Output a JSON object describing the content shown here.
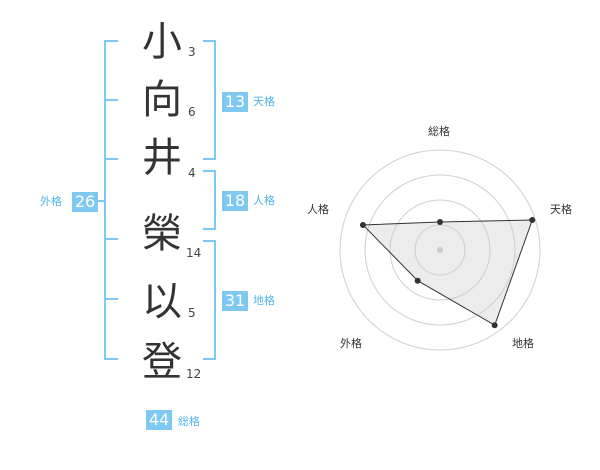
{
  "name": {
    "chars": [
      "小",
      "向",
      "井",
      "榮",
      "以",
      "登"
    ],
    "strokes": [
      "3",
      "6",
      "4",
      "14",
      "5",
      "12"
    ]
  },
  "scores": {
    "tenkaku": {
      "label": "天格",
      "value": "13"
    },
    "jinkaku": {
      "label": "人格",
      "value": "18"
    },
    "chikaku": {
      "label": "地格",
      "value": "31"
    },
    "gaikaku": {
      "label": "外格",
      "value": "26"
    },
    "soukaku": {
      "label": "総格",
      "value": "44"
    }
  },
  "colors": {
    "accent": "#4fb4ee",
    "badge": "#7ec8f2"
  },
  "chart_data": {
    "type": "radar",
    "axes": [
      "総格",
      "天格",
      "地格",
      "外格",
      "人格"
    ],
    "values": [
      0.28,
      0.97,
      0.93,
      0.38,
      0.81
    ],
    "range": [
      0,
      1
    ],
    "rings": 4,
    "grid": true
  }
}
